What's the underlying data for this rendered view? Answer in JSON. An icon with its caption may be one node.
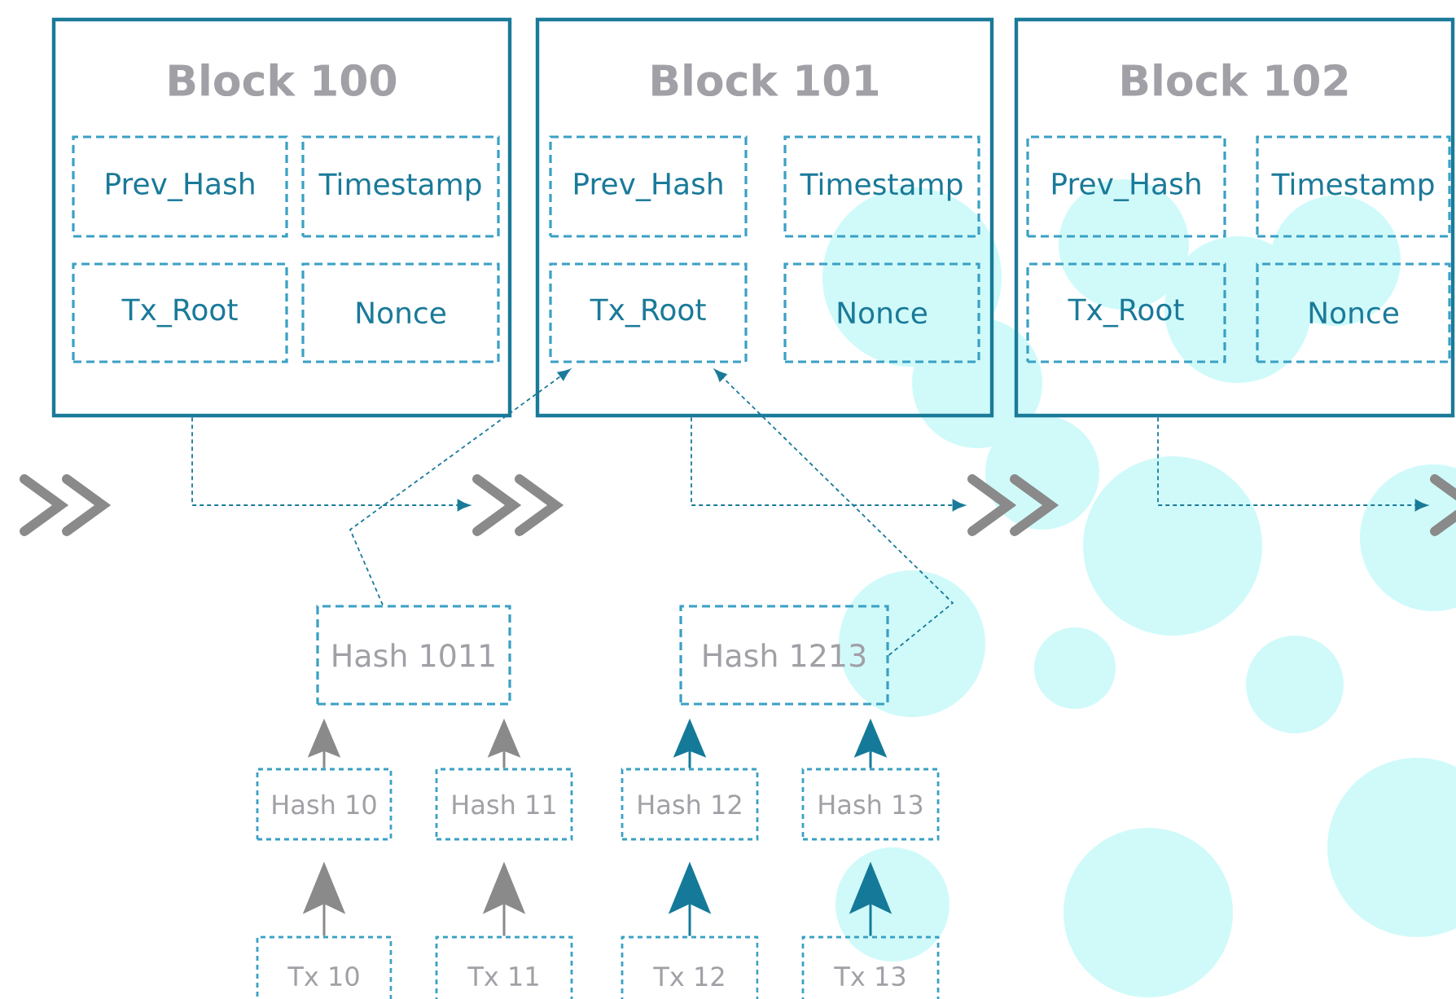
{
  "diagram": {
    "nodes": [
      {
        "text": [
          "Block 100"
        ]
      },
      {
        "text": [
          "Prev_Hash"
        ],
        "in": 0
      },
      {
        "text": [
          "Timestamp"
        ],
        "in": 0
      },
      {
        "text": [
          "Tx_Root"
        ],
        "in": 0
      },
      {
        "text": [
          "Nonce"
        ],
        "in": 0
      },
      {
        "text": [
          "Block 101"
        ]
      },
      {
        "text": [
          "Prev_Hash"
        ],
        "in": 5
      },
      {
        "text": [
          "Timestamp"
        ],
        "in": 5
      },
      {
        "text": [
          "Tx_Root"
        ],
        "in": 5
      },
      {
        "text": [
          "Nonce"
        ],
        "in": 5
      },
      {
        "text": [
          "Block 102"
        ]
      },
      {
        "text": [
          "Prev_Hash"
        ],
        "in": 10
      },
      {
        "text": [
          "Timestamp"
        ],
        "in": 10
      },
      {
        "text": [
          "Tx_Root"
        ],
        "in": 10
      },
      {
        "text": [
          "Nonce"
        ],
        "in": 10
      },
      {
        "text": [
          "Hash 1011"
        ]
      },
      {
        "text": [
          "Hash 1213"
        ]
      },
      {
        "text": [
          "Hash 10"
        ]
      },
      {
        "text": [
          "Hash 11"
        ]
      },
      {
        "text": [
          "Hash 12"
        ]
      },
      {
        "text": [
          "Hash 13"
        ]
      },
      {
        "text": [
          "Tx 10"
        ]
      },
      {
        "text": [
          "Tx 11"
        ]
      },
      {
        "text": [
          "Tx 12"
        ]
      },
      {
        "text": [
          "Tx 13"
        ]
      },
      {
        "text": [],
        "shape": "chevron"
      },
      {
        "text": [],
        "shape": "chevron"
      },
      {
        "text": [],
        "shape": "chevron"
      },
      {
        "text": [],
        "shape": "chevron"
      }
    ],
    "edges": [
      {
        "from": 0,
        "to": 26,
        "arrow": "to",
        "style": "dashed",
        "color": "#1a7a99"
      },
      {
        "from": 5,
        "to": 27,
        "arrow": "to",
        "style": "dashed",
        "color": "#1a7a99"
      },
      {
        "from": 10,
        "to": 28,
        "arrow": "to",
        "style": "dashed",
        "color": "#1a7a99"
      },
      {
        "from": 15,
        "to": 8,
        "arrow": "to",
        "style": "dashed",
        "color": "#1a7a99"
      },
      {
        "from": 16,
        "to": 8,
        "arrow": "to",
        "style": "dashed",
        "color": "#1a7a99"
      },
      {
        "from": 17,
        "to": 15,
        "arrow": "to",
        "color": "#8a8a8a"
      },
      {
        "from": 18,
        "to": 15,
        "arrow": "to",
        "color": "#8a8a8a"
      },
      {
        "from": 19,
        "to": 16,
        "arrow": "to",
        "color": "#157a99"
      },
      {
        "from": 20,
        "to": 16,
        "arrow": "to",
        "color": "#157a99"
      },
      {
        "from": 21,
        "to": 17,
        "arrow": "to",
        "color": "#8a8a8a"
      },
      {
        "from": 22,
        "to": 18,
        "arrow": "to",
        "color": "#8a8a8a"
      },
      {
        "from": 23,
        "to": 19,
        "arrow": "to",
        "color": "#157a99"
      },
      {
        "from": 24,
        "to": 20,
        "arrow": "to",
        "color": "#157a99"
      }
    ]
  }
}
